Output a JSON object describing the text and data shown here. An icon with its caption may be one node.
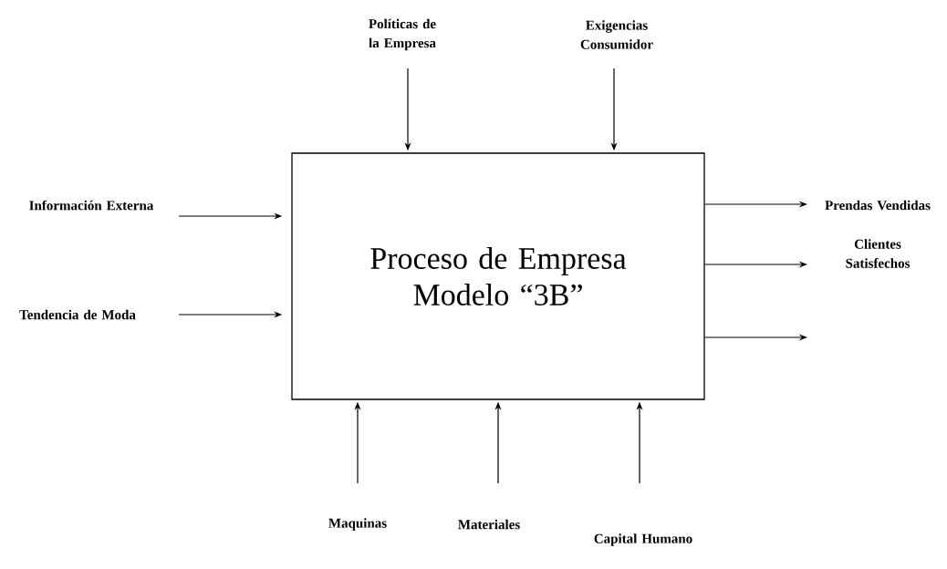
{
  "diagram": {
    "nodes": [
      {
        "text": [
          "Proceso de Empresa Modelo “3B”"
        ]
      },
      {
        "text": [
          "Políticas de la Empresa"
        ]
      },
      {
        "text": [
          "Exigencias Consumidor"
        ]
      },
      {
        "text": [
          "Información Externa"
        ]
      },
      {
        "text": [
          "Tendencia de Moda"
        ]
      },
      {
        "text": [
          "Prendas Vendidas"
        ]
      },
      {
        "text": [
          "Clientes Satisfechos"
        ]
      },
      {
        "text": [
          "Maquinas"
        ]
      },
      {
        "text": [
          "Materiales"
        ]
      },
      {
        "text": [
          "Capital Humano"
        ]
      }
    ],
    "edges": [
      {
        "from": 1,
        "to": 0,
        "arrow": "to"
      },
      {
        "from": 2,
        "to": 0,
        "arrow": "to"
      },
      {
        "from": 3,
        "to": 0,
        "arrow": "to"
      },
      {
        "from": 4,
        "to": 0,
        "arrow": "to"
      },
      {
        "from": 0,
        "to": 5,
        "arrow": "to"
      },
      {
        "from": 0,
        "to": 6,
        "arrow": "to"
      },
      {
        "from": 0,
        "to": null,
        "arrow": "to"
      },
      {
        "from": 7,
        "to": 0,
        "arrow": "to"
      },
      {
        "from": 8,
        "to": 0,
        "arrow": "to"
      },
      {
        "from": 9,
        "to": 0,
        "arrow": "to"
      }
    ]
  }
}
